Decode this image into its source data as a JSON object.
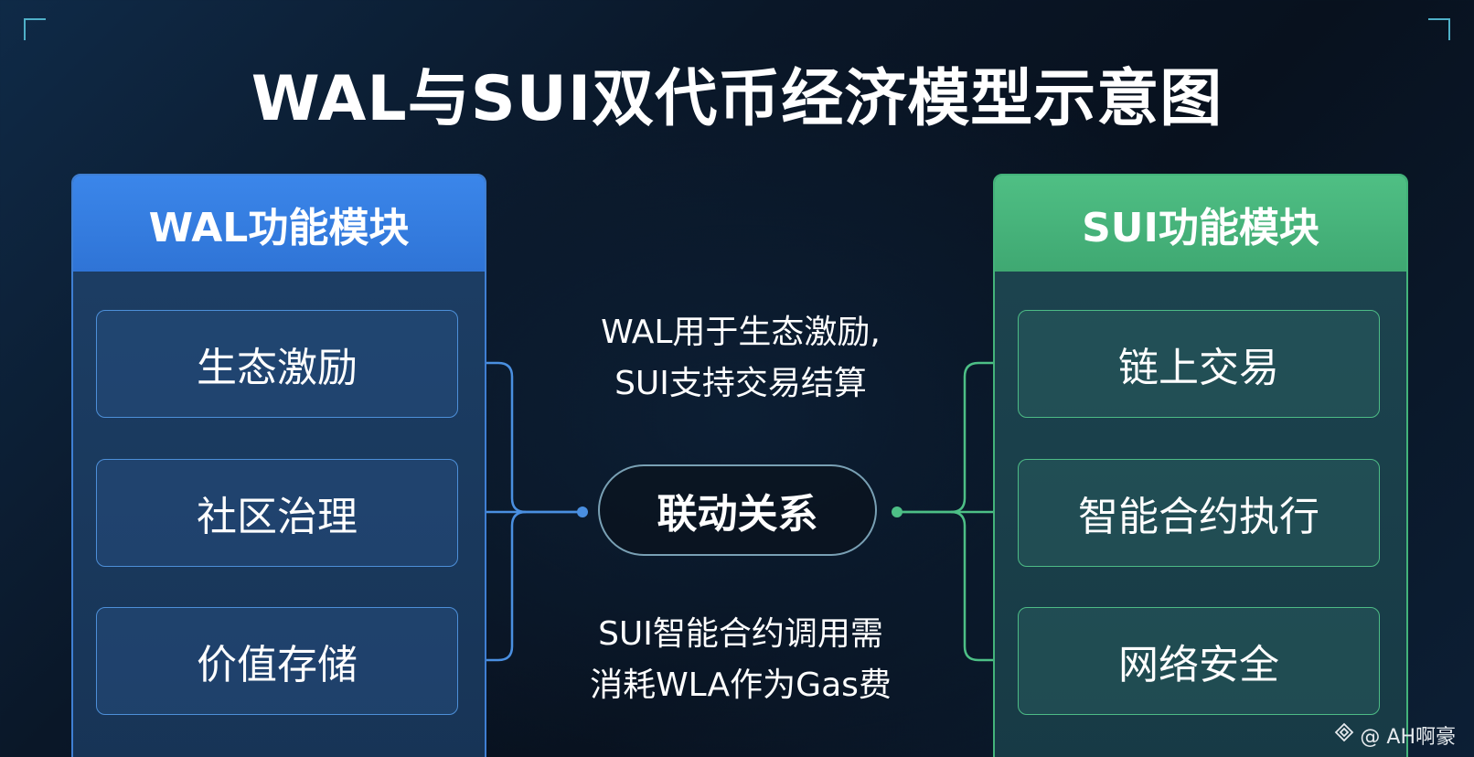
{
  "title": "WAL与SUI双代币经济模型示意图",
  "left_panel": {
    "header": "WAL功能模块",
    "modules": [
      "生态激励",
      "社区治理",
      "价值存储"
    ]
  },
  "right_panel": {
    "header": "SUI功能模块",
    "modules": [
      "链上交易",
      "智能合约执行",
      "网络安全"
    ]
  },
  "center": {
    "label": "联动关系",
    "note_top": [
      "WAL用于生态激励,",
      "SUI支持交易结算"
    ],
    "note_bottom": [
      "SUI智能合约调用需",
      "消耗WLA作为Gas费"
    ]
  },
  "colors": {
    "wal_accent": "#3b86ea",
    "sui_accent": "#4fbf84"
  },
  "watermark": {
    "icon": "diamond-logo-icon",
    "text": "@ AH啊豪"
  }
}
